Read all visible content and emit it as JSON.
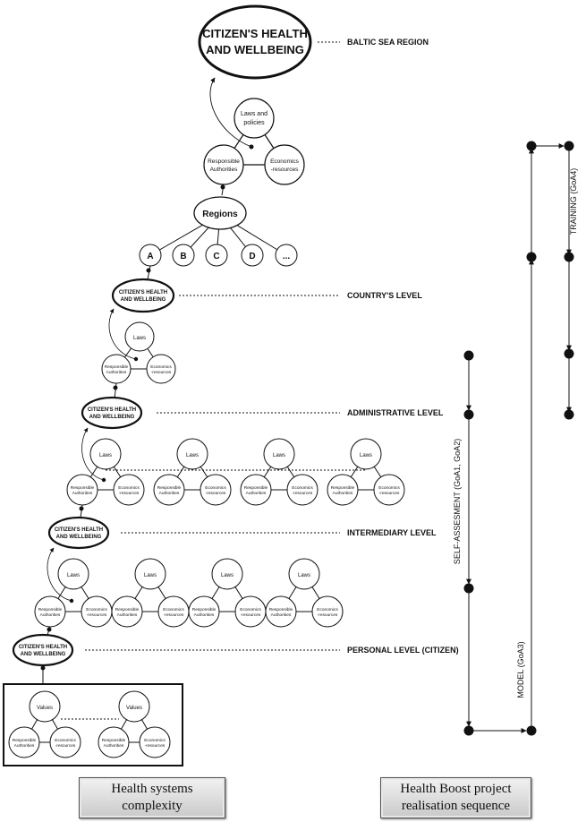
{
  "top_node": {
    "line1": "CITIZEN'S HEALTH",
    "line2": "AND WELLBEING"
  },
  "mid_node": {
    "line1": "CITIZEN'S HEALTH",
    "line2": "AND WELLBEING"
  },
  "levels": {
    "baltic": "BALTIC SEA REGION",
    "country": "COUNTRY'S LEVEL",
    "administrative": "ADMINISTRATIVE LEVEL",
    "intermediary": "INTERMEDIARY LEVEL",
    "personal": "PERSONAL LEVEL (CITIZEN)"
  },
  "triad": {
    "laws_and_policies": [
      "Laws and",
      "policies"
    ],
    "laws": "Laws",
    "values": "Values",
    "responsible": [
      "Responsible",
      "Authorities"
    ],
    "economics": [
      "Economics",
      "-resources"
    ]
  },
  "regions": {
    "title": "Regions",
    "items": [
      "A",
      "B",
      "C",
      "D",
      "..."
    ]
  },
  "timelines": {
    "self_assessment": "SELF-ASSESMENT (GoA1, GoA2)",
    "model": "MODEL (GoA3)",
    "training": "TRAINING (GoA4)"
  },
  "boxes": {
    "left": [
      "Health systems",
      "complexity"
    ],
    "right": [
      "Health Boost project",
      "realisation sequence"
    ]
  }
}
